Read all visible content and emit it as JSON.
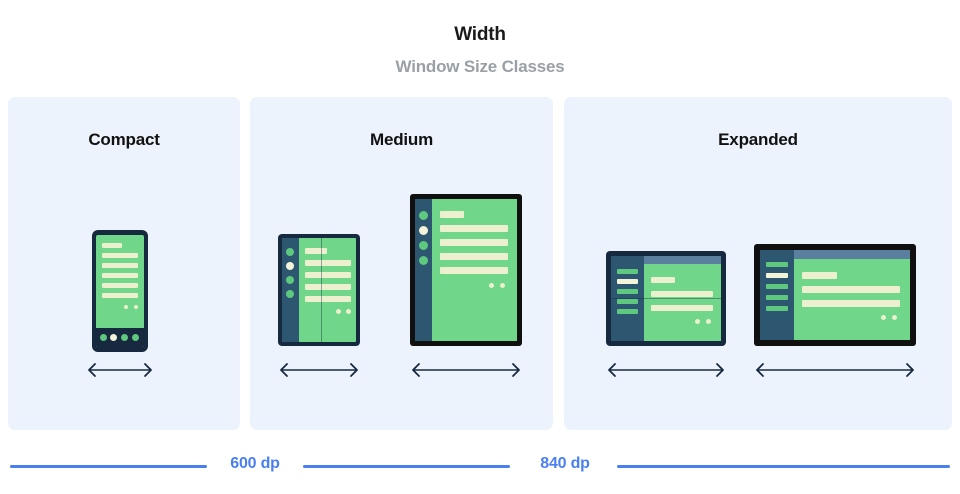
{
  "header": {
    "title": "Width",
    "subtitle": "Window Size Classes"
  },
  "panels": [
    {
      "id": "compact",
      "label": "Compact"
    },
    {
      "id": "medium",
      "label": "Medium"
    },
    {
      "id": "expanded",
      "label": "Expanded"
    }
  ],
  "measures": [
    {
      "id": "m600",
      "label": "600 dp"
    },
    {
      "id": "m840",
      "label": "840 dp"
    }
  ],
  "colors": {
    "panel_background": "#ecf3fc",
    "device_frame_navy": "#16293f",
    "device_frame_black": "#101010",
    "screen_green": "#6fd68a",
    "content_cream": "#edf0ce",
    "rail_slate": "#2d5670",
    "appbar_blue": "#5b7f9e",
    "measure_blue": "#4a7ff0",
    "subtitle_gray": "#9aa0a6",
    "title_black": "#1a1a1a"
  },
  "icons": {
    "width_arrow": "double-headed-horizontal-arrow"
  }
}
